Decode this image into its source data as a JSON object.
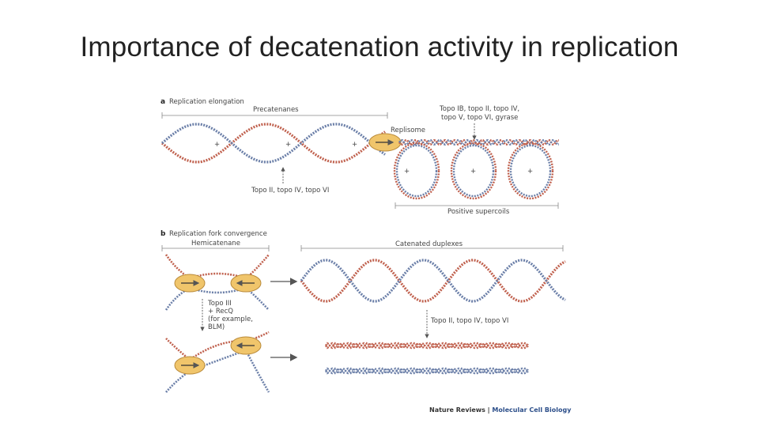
{
  "slide": {
    "title": "Importance of decatenation activity in replication"
  },
  "panel_a": {
    "letter": "a",
    "heading": "Replication elongation",
    "precatenanes_label": "Precatenanes",
    "topo_top_line1": "Topo IB, topo II, topo IV,",
    "topo_top_line2": "topo V, topo VI, gyrase",
    "replisome_label": "Replisome",
    "topo_bottom_label": "Topo II, topo IV, topo VI",
    "positive_supercoils_label": "Positive supercoils",
    "plus_sign": "+"
  },
  "panel_b": {
    "letter": "b",
    "heading": "Replication fork convergence",
    "hemicatenane_label": "Hemicatenane",
    "catenated_label": "Catenated duplexes",
    "topo3_line1": "Topo III",
    "topo3_line2": "+ RecQ",
    "topo3_line3": "(for example,",
    "topo3_line4": "BLM)",
    "topo_label": "Topo II, topo IV, topo VI"
  },
  "credit": {
    "journal": "Nature Reviews",
    "separator": " | ",
    "section": "Molecular Cell Biology"
  },
  "colors": {
    "red_strand": "#c0614e",
    "blue_strand": "#6b7fa8",
    "replisome_fill": "#f0c56b",
    "replisome_stroke": "#b98a3a",
    "credit_accent": "#2d4f8a"
  }
}
